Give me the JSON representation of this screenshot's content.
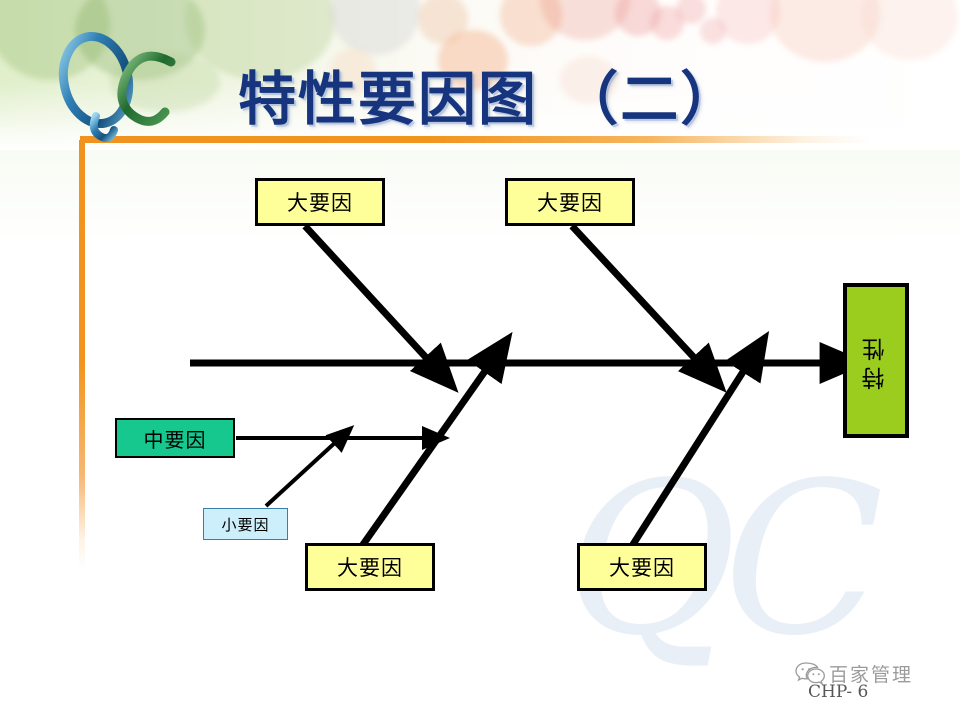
{
  "slide": {
    "title": "特性要因图 （二）",
    "logo_text": "QC",
    "accent_orange": "#f0921f",
    "title_color": "#17347e"
  },
  "diagram": {
    "type": "fishbone",
    "effect_box": {
      "label": "特性",
      "color": "#9acd1e",
      "orientation": "vertical"
    },
    "major_causes": [
      {
        "label": "大要因",
        "position": "top-left",
        "color": "#ffff99"
      },
      {
        "label": "大要因",
        "position": "top-right",
        "color": "#ffff99"
      },
      {
        "label": "大要因",
        "position": "bottom-left",
        "color": "#ffff99"
      },
      {
        "label": "大要因",
        "position": "bottom-right",
        "color": "#ffff99"
      }
    ],
    "mid_cause": {
      "label": "中要因",
      "color": "#16c78e"
    },
    "minor_cause": {
      "label": "小要因",
      "color": "#cdeefb"
    }
  },
  "footer": {
    "watermark_text": "百家管理",
    "page_label": "CHP- 6"
  }
}
